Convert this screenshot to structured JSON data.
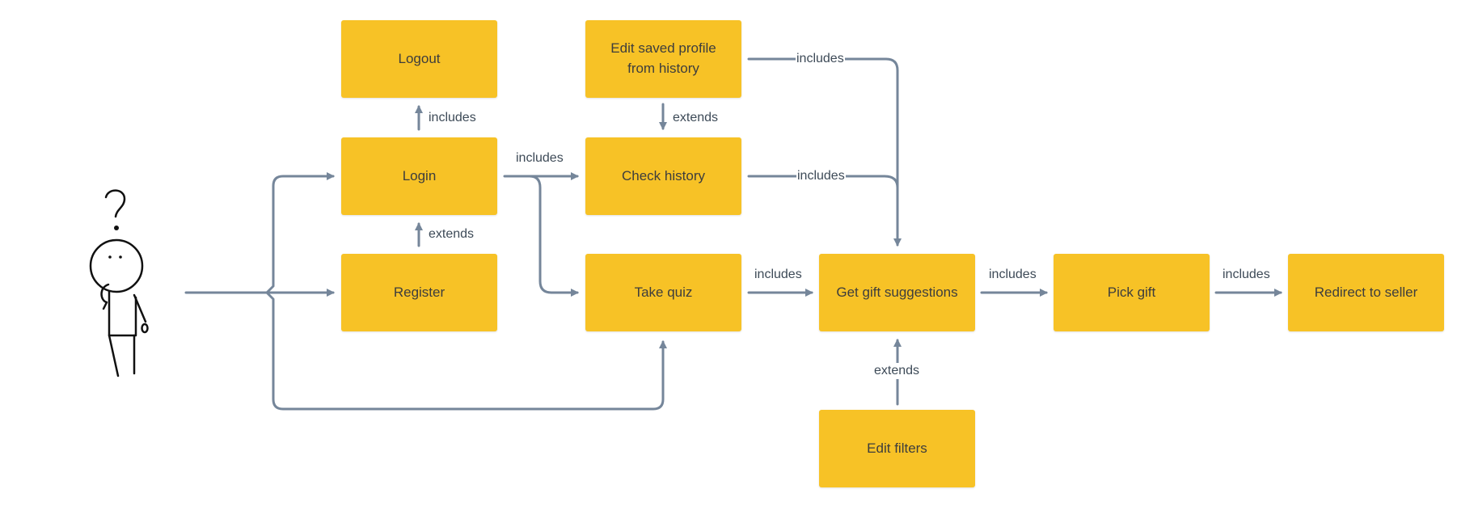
{
  "nodes": {
    "logout": "Logout",
    "edit_saved_profile": "Edit saved profile from history",
    "login": "Login",
    "check_history": "Check history",
    "register": "Register",
    "take_quiz": "Take quiz",
    "get_gift_suggestions": "Get gift suggestions",
    "pick_gift": "Pick gift",
    "redirect_to_seller": "Redirect to seller",
    "edit_filters": "Edit filters"
  },
  "edge_labels": {
    "login_includes_logout": "includes",
    "register_extends_login": "extends",
    "login_includes_check_history": "includes",
    "edit_saved_extends_check_history": "extends",
    "edit_saved_includes_suggestions": "includes",
    "check_history_includes_suggestions": "includes",
    "take_quiz_includes_suggestions": "includes",
    "suggestions_includes_pick_gift": "includes",
    "pick_gift_includes_redirect": "includes",
    "edit_filters_extends_suggestions": "extends"
  },
  "colors": {
    "box_fill": "#f7c226",
    "connector": "#75869a",
    "text": "#3d3d3d"
  }
}
